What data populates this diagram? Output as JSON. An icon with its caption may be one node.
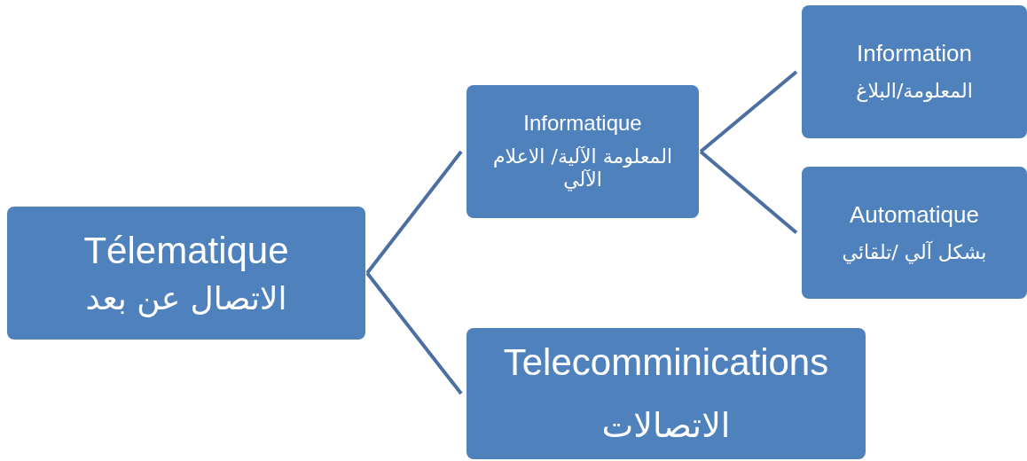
{
  "diagram": {
    "nodes": [
      {
        "text": [
          "Télematique",
          "الاتصال عن بعد"
        ]
      },
      {
        "text": [
          "Informatique",
          "المعلومة الآلية/ الاعلام الآلي"
        ]
      },
      {
        "text": [
          "Information",
          "المعلومة/البلاغ"
        ]
      },
      {
        "text": [
          "Automatique",
          "بشكل آلي /تلقائي"
        ]
      },
      {
        "text": [
          "Telecomminications",
          "الاتصالات"
        ]
      }
    ],
    "edges": [
      {
        "from": 0,
        "to": 1,
        "arrow": "none"
      },
      {
        "from": 0,
        "to": 4,
        "arrow": "none"
      },
      {
        "from": 1,
        "to": 2,
        "arrow": "none"
      },
      {
        "from": 1,
        "to": 3,
        "arrow": "none"
      }
    ]
  }
}
